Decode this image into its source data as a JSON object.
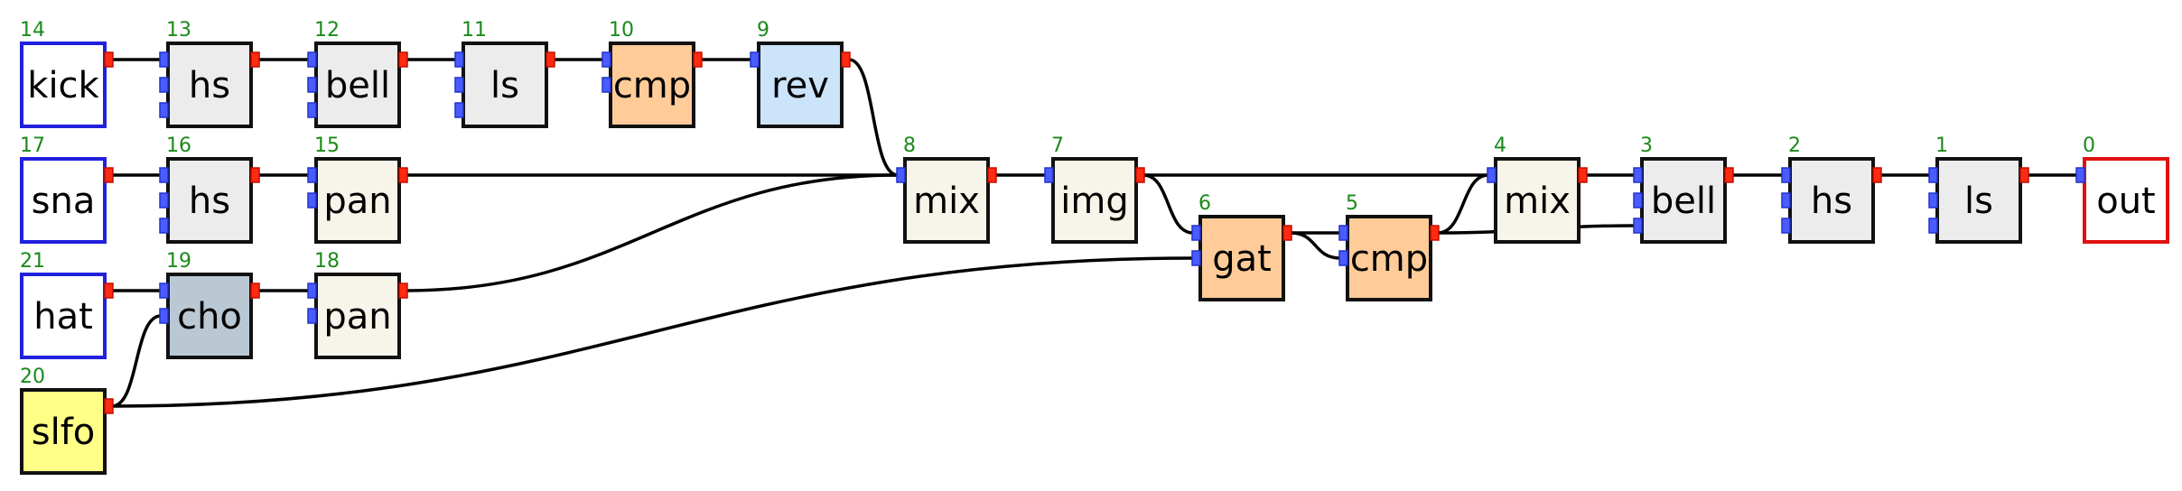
{
  "colors": {
    "default": "#ececec",
    "source_border": "#2020dd",
    "output_border": "#e01010",
    "mix": "#f7f5ea",
    "dyn": "#ffcc99",
    "rev": "#cce4fa",
    "cho": "#bac8d4",
    "lfo": "#ffff88",
    "port_in": "#4a5cff",
    "port_out": "#ff2a10"
  },
  "nodes": [
    {
      "id": "14",
      "label": "kick",
      "kind": "source",
      "inputs": 0,
      "outputs": 1
    },
    {
      "id": "13",
      "label": "hs",
      "kind": "default",
      "inputs": 3,
      "outputs": 1
    },
    {
      "id": "12",
      "label": "bell",
      "kind": "default",
      "inputs": 3,
      "outputs": 1
    },
    {
      "id": "11",
      "label": "ls",
      "kind": "default",
      "inputs": 3,
      "outputs": 1
    },
    {
      "id": "10",
      "label": "cmp",
      "kind": "dyn",
      "inputs": 2,
      "outputs": 1
    },
    {
      "id": "9",
      "label": "rev",
      "kind": "rev",
      "inputs": 1,
      "outputs": 1
    },
    {
      "id": "17",
      "label": "sna",
      "kind": "source",
      "inputs": 0,
      "outputs": 1
    },
    {
      "id": "16",
      "label": "hs",
      "kind": "default",
      "inputs": 3,
      "outputs": 1
    },
    {
      "id": "15",
      "label": "pan",
      "kind": "mix",
      "inputs": 2,
      "outputs": 1
    },
    {
      "id": "21",
      "label": "hat",
      "kind": "source",
      "inputs": 0,
      "outputs": 1
    },
    {
      "id": "19",
      "label": "cho",
      "kind": "cho",
      "inputs": 2,
      "outputs": 1
    },
    {
      "id": "18",
      "label": "pan",
      "kind": "mix",
      "inputs": 2,
      "outputs": 1
    },
    {
      "id": "20",
      "label": "slfo",
      "kind": "lfo",
      "inputs": 0,
      "outputs": 1
    },
    {
      "id": "8",
      "label": "mix",
      "kind": "mix",
      "inputs": 1,
      "outputs": 1
    },
    {
      "id": "7",
      "label": "img",
      "kind": "mix",
      "inputs": 1,
      "outputs": 1
    },
    {
      "id": "6",
      "label": "gat",
      "kind": "dyn",
      "inputs": 2,
      "outputs": 1
    },
    {
      "id": "5",
      "label": "cmp",
      "kind": "dyn",
      "inputs": 2,
      "outputs": 1
    },
    {
      "id": "4",
      "label": "mix",
      "kind": "mix",
      "inputs": 1,
      "outputs": 1
    },
    {
      "id": "3",
      "label": "bell",
      "kind": "default",
      "inputs": 3,
      "outputs": 1
    },
    {
      "id": "2",
      "label": "hs",
      "kind": "default",
      "inputs": 3,
      "outputs": 1
    },
    {
      "id": "1",
      "label": "ls",
      "kind": "default",
      "inputs": 3,
      "outputs": 1
    },
    {
      "id": "0",
      "label": "out",
      "kind": "output",
      "inputs": 1,
      "outputs": 0
    }
  ],
  "edges": [
    {
      "from": "14",
      "to": "13",
      "port": 0
    },
    {
      "from": "13",
      "to": "12",
      "port": 0
    },
    {
      "from": "12",
      "to": "11",
      "port": 0
    },
    {
      "from": "11",
      "to": "10",
      "port": 0
    },
    {
      "from": "10",
      "to": "9",
      "port": 0
    },
    {
      "from": "9",
      "to": "8",
      "port": 0
    },
    {
      "from": "17",
      "to": "16",
      "port": 0
    },
    {
      "from": "16",
      "to": "15",
      "port": 0
    },
    {
      "from": "15",
      "to": "8",
      "port": 0
    },
    {
      "from": "21",
      "to": "19",
      "port": 0
    },
    {
      "from": "20",
      "to": "19",
      "port": 1
    },
    {
      "from": "19",
      "to": "18",
      "port": 0
    },
    {
      "from": "18",
      "to": "8",
      "port": 0
    },
    {
      "from": "8",
      "to": "7",
      "port": 0
    },
    {
      "from": "7",
      "to": "4",
      "port": 0
    },
    {
      "from": "7",
      "to": "6",
      "port": 0
    },
    {
      "from": "20",
      "to": "6",
      "port": 1
    },
    {
      "from": "6",
      "to": "5",
      "port": 0
    },
    {
      "from": "6",
      "to": "5",
      "port": 1
    },
    {
      "from": "5",
      "to": "4",
      "port": 0
    },
    {
      "from": "5",
      "to": "3",
      "port": 2
    },
    {
      "from": "4",
      "to": "3",
      "port": 0
    },
    {
      "from": "3",
      "to": "2",
      "port": 0
    },
    {
      "from": "2",
      "to": "1",
      "port": 0
    },
    {
      "from": "1",
      "to": "0",
      "port": 0
    }
  ]
}
